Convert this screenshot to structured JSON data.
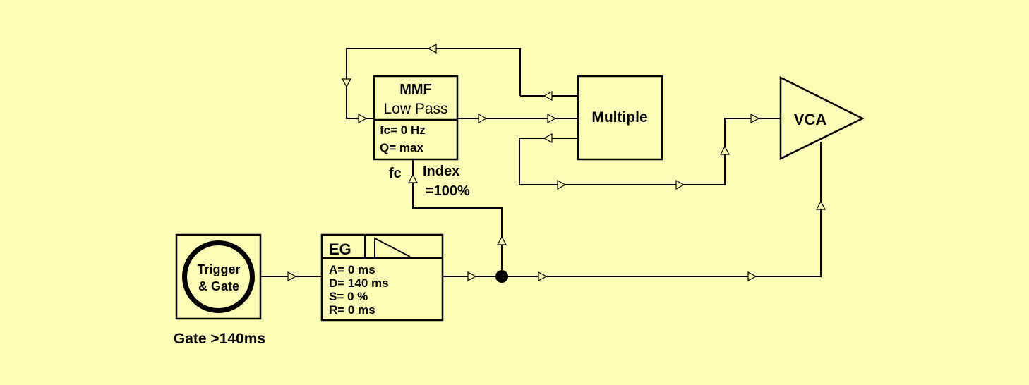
{
  "background_color": "#fdfcb6",
  "blocks": {
    "trigger": {
      "line1": "Trigger",
      "line2": "& Gate",
      "caption": "Gate >140ms"
    },
    "eg": {
      "title": "EG",
      "params": [
        "A= 0 ms",
        "D= 140 ms",
        "S= 0 %",
        "R= 0 ms"
      ]
    },
    "mmf": {
      "title": "MMF",
      "mode": "Low Pass",
      "params": [
        "fc= 0 Hz",
        "Q= max"
      ],
      "input_label": "fc",
      "index_label": "Index",
      "index_value": "=100%"
    },
    "multiple": {
      "title": "Multiple"
    },
    "vca": {
      "title": "VCA"
    }
  }
}
